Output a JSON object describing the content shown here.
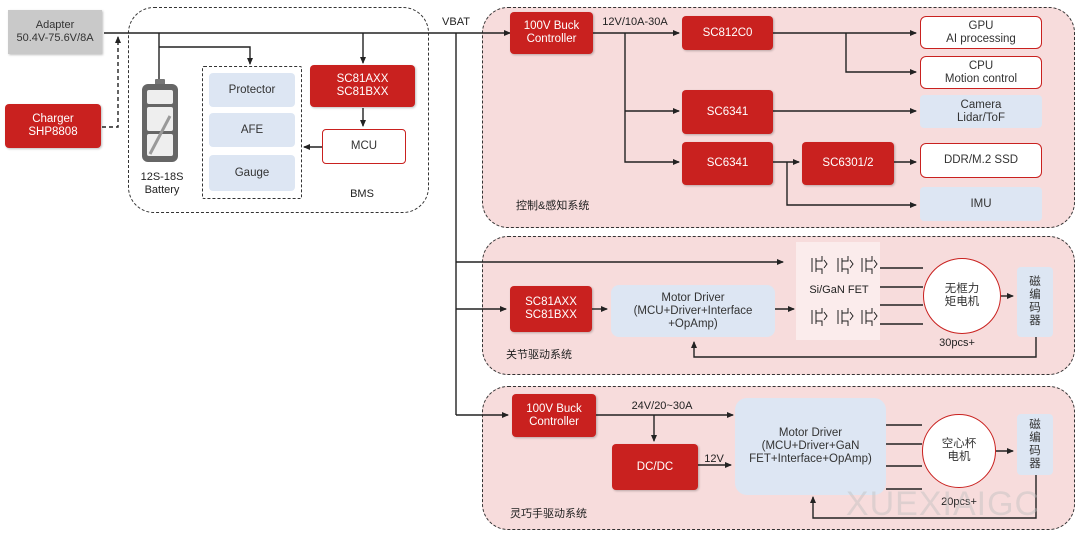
{
  "left": {
    "adapter": "Adapter\n50.4V-75.6V/8A",
    "charger": "Charger\nSHP8808",
    "battery_label": "12S-18S\nBattery",
    "bms_label": "BMS",
    "protector": "Protector",
    "afe": "AFE",
    "gauge": "Gauge",
    "sc81": "SC81AXX\nSC81BXX",
    "mcu": "MCU",
    "vbat": "VBAT"
  },
  "control": {
    "buck": "100V Buck\nController",
    "rail": "12V/10A-30A",
    "sc812c0": "SC812C0",
    "sc6341_a": "SC6341",
    "sc6341_b": "SC6341",
    "sc6301": "SC6301/2",
    "gpu": "GPU\nAI processing",
    "cpu": "CPU\nMotion control",
    "camera": "Camera\nLidar/ToF",
    "ddr": "DDR/M.2 SSD",
    "imu": "IMU",
    "zone_label": "控制&感知系统"
  },
  "joint": {
    "sc81": "SC81AXX\nSC81BXX",
    "driver": "Motor Driver\n(MCU+Driver+Interface\n+OpAmp)",
    "fet": "Si/GaN FET",
    "motor": "无框力\n矩电机",
    "encoder": "磁\n编\n码\n器",
    "count": "30pcs+",
    "zone_label": "关节驱动系统"
  },
  "hand": {
    "buck": "100V Buck\nController",
    "rail": "24V/20~30A",
    "dcdc": "DC/DC",
    "v12": "12V",
    "driver": "Motor Driver\n(MCU+Driver+GaN\nFET+Interface+OpAmp)",
    "motor": "空心杯\n电机",
    "encoder": "磁\n编\n码\n器",
    "count": "20pcs+",
    "zone_label": "灵巧手驱动系统"
  },
  "watermark": "XUEXIAIGC",
  "colors": {
    "red": "#c9211f",
    "light_blue": "#dde6f3",
    "pink": "#f7dcdc",
    "grey": "#c9c9c9"
  }
}
